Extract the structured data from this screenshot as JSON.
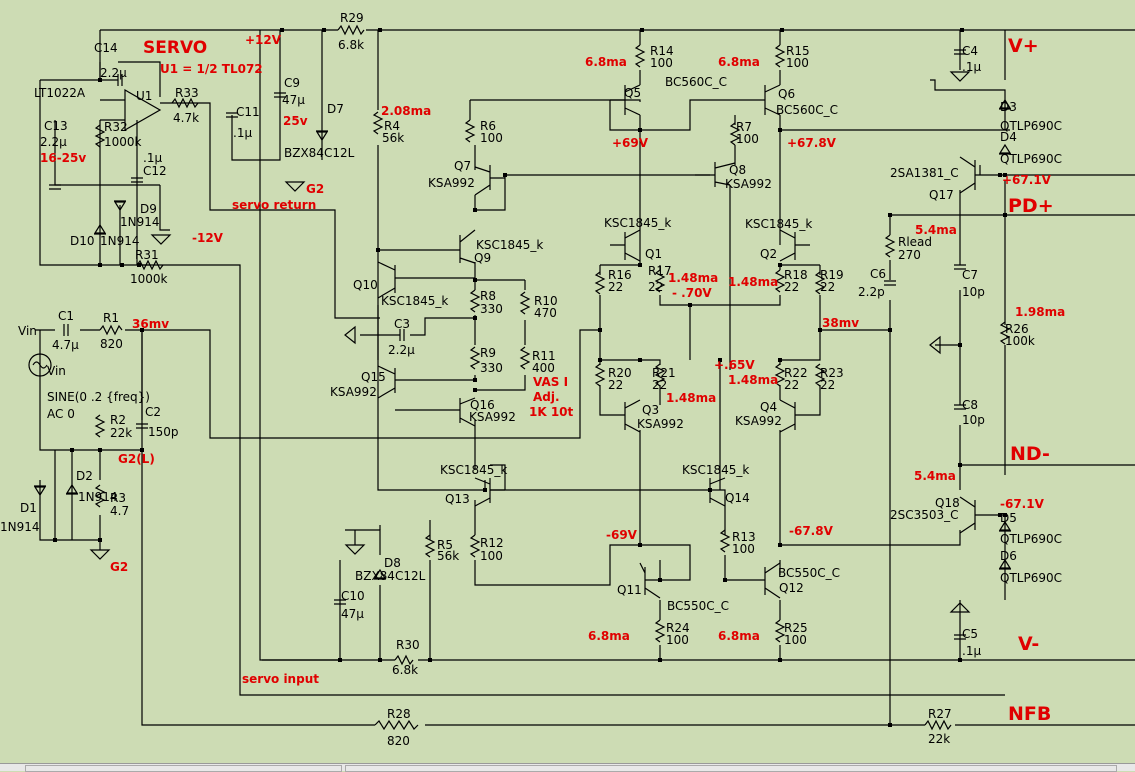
{
  "rails": {
    "vplus": "V+",
    "vminus": "V-",
    "pdplus": "PD+",
    "ndminus": "ND-",
    "nfb": "NFB"
  },
  "servo": {
    "title": "SERVO",
    "u1_note": "U1 = 1/2 TL072",
    "opamp_name": "LT1022A",
    "u1": "U1",
    "plus12": "+12V",
    "minus12": "-12V",
    "v16_25": "16-25v",
    "v25a": "25v",
    "servo_return": "servo return",
    "servo_input": "servo input",
    "g2a": "G2",
    "g2b": "G2",
    "g2l": "G2(L)"
  },
  "source": {
    "vin": "Vin",
    "vin2": "Vin",
    "sine": "SINE(0 .2 {freq})",
    "ac": "AC 0"
  },
  "components": [
    {
      "id": "C14",
      "val": "2.2µ"
    },
    {
      "id": "R32",
      "val": "1000k"
    },
    {
      "id": "C13",
      "val": "2.2µ"
    },
    {
      "id": "R33",
      "val": "4.7k"
    },
    {
      "id": "C11",
      "val": ".1µ"
    },
    {
      "id": "C9",
      "val": "47µ"
    },
    {
      "id": "R29",
      "val": "6.8k"
    },
    {
      "id": "D7",
      "val": "BZX84C12L"
    },
    {
      "id": "C12",
      "val": ".1µ"
    },
    {
      "id": "D9",
      "val": "1N914"
    },
    {
      "id": "D10",
      "val": "1N914"
    },
    {
      "id": "R31",
      "val": "1000k"
    },
    {
      "id": "C1",
      "val": "4.7µ"
    },
    {
      "id": "R1",
      "val": "820"
    },
    {
      "id": "R2",
      "val": "22k"
    },
    {
      "id": "C2",
      "val": "150p"
    },
    {
      "id": "D1",
      "val": "1N914"
    },
    {
      "id": "D2",
      "val": "1N914"
    },
    {
      "id": "R3",
      "val": "4.7"
    },
    {
      "id": "R4",
      "val": "56k"
    },
    {
      "id": "R5",
      "val": "56k"
    },
    {
      "id": "R6",
      "val": "100"
    },
    {
      "id": "R7",
      "val": "100"
    },
    {
      "id": "R8",
      "val": "330"
    },
    {
      "id": "R9",
      "val": "330"
    },
    {
      "id": "R10",
      "val": "470"
    },
    {
      "id": "R11",
      "val": "400"
    },
    {
      "id": "R12",
      "val": "100"
    },
    {
      "id": "R13",
      "val": "100"
    },
    {
      "id": "R14",
      "val": "100"
    },
    {
      "id": "R15",
      "val": "100"
    },
    {
      "id": "R16",
      "val": "22"
    },
    {
      "id": "R17",
      "val": "22"
    },
    {
      "id": "R18",
      "val": "22"
    },
    {
      "id": "R19",
      "val": "22"
    },
    {
      "id": "R20",
      "val": "22"
    },
    {
      "id": "R21",
      "val": "22"
    },
    {
      "id": "R22",
      "val": "22"
    },
    {
      "id": "R23",
      "val": "22"
    },
    {
      "id": "R24",
      "val": "100"
    },
    {
      "id": "R25",
      "val": "100"
    },
    {
      "id": "R26",
      "val": "100k"
    },
    {
      "id": "R27",
      "val": "22k"
    },
    {
      "id": "R28",
      "val": "820"
    },
    {
      "id": "R30",
      "val": "6.8k"
    },
    {
      "id": "C3",
      "val": "2.2µ"
    },
    {
      "id": "C4",
      "val": ".1µ"
    },
    {
      "id": "C5",
      "val": ".1µ"
    },
    {
      "id": "C6",
      "val": "2.2p"
    },
    {
      "id": "C7",
      "val": "10p"
    },
    {
      "id": "C8",
      "val": "10p"
    },
    {
      "id": "C10",
      "val": "47µ"
    },
    {
      "id": "D8",
      "val": "BZX84C12L"
    },
    {
      "id": "D3",
      "val": "QTLP690C"
    },
    {
      "id": "D4",
      "val": "QTLP690C"
    },
    {
      "id": "D5",
      "val": "QTLP690C"
    },
    {
      "id": "D6",
      "val": "QTLP690C"
    },
    {
      "id": "Rlead",
      "val": "270"
    }
  ],
  "transistors": [
    {
      "id": "Q1",
      "part": "KSC1845_k"
    },
    {
      "id": "Q2",
      "part": "KSC1845_k"
    },
    {
      "id": "Q3",
      "part": "KSA992"
    },
    {
      "id": "Q4",
      "part": "KSA992"
    },
    {
      "id": "Q5",
      "part": "BC560C_C"
    },
    {
      "id": "Q6",
      "part": "BC560C_C"
    },
    {
      "id": "Q7",
      "part": "KSA992"
    },
    {
      "id": "Q8",
      "part": "KSA992"
    },
    {
      "id": "Q9",
      "part": "KSC1845_k"
    },
    {
      "id": "Q10",
      "part": "KSC1845_k"
    },
    {
      "id": "Q11",
      "part": "BC550C_C"
    },
    {
      "id": "Q12",
      "part": "BC550C_C"
    },
    {
      "id": "Q13",
      "part": "KSC1845_k"
    },
    {
      "id": "Q14",
      "part": "KSC1845_k"
    },
    {
      "id": "Q15",
      "part": "KSA992"
    },
    {
      "id": "Q16",
      "part": "KSA992"
    },
    {
      "id": "Q17",
      "part": "2SA1381_C"
    },
    {
      "id": "Q18",
      "part": "2SC3503_C"
    }
  ],
  "annotations": {
    "ma208": "2.08ma",
    "ma68a": "6.8ma",
    "ma68b": "6.8ma",
    "ma68c": "6.8ma",
    "ma68d": "6.8ma",
    "v69p": "+69V",
    "v678p": "+67.8V",
    "v671p": "+67.1V",
    "ma54a": "5.4ma",
    "ma54b": "5.4ma",
    "ma148a": "1.48ma",
    "ma148b": "1.48ma",
    "ma148c": "1.48ma",
    "ma148d": "1.48ma",
    "v070": "- .70V",
    "v065": "+.65V",
    "mv36": "36mv",
    "mv38": "38mv",
    "ma198": "1.98ma",
    "vas1": "VAS I",
    "vas2": "Adj.",
    "vas3": "1K 10t",
    "v69n": "-69V",
    "v678n": "-67.8V",
    "v671n": "-67.1V"
  }
}
